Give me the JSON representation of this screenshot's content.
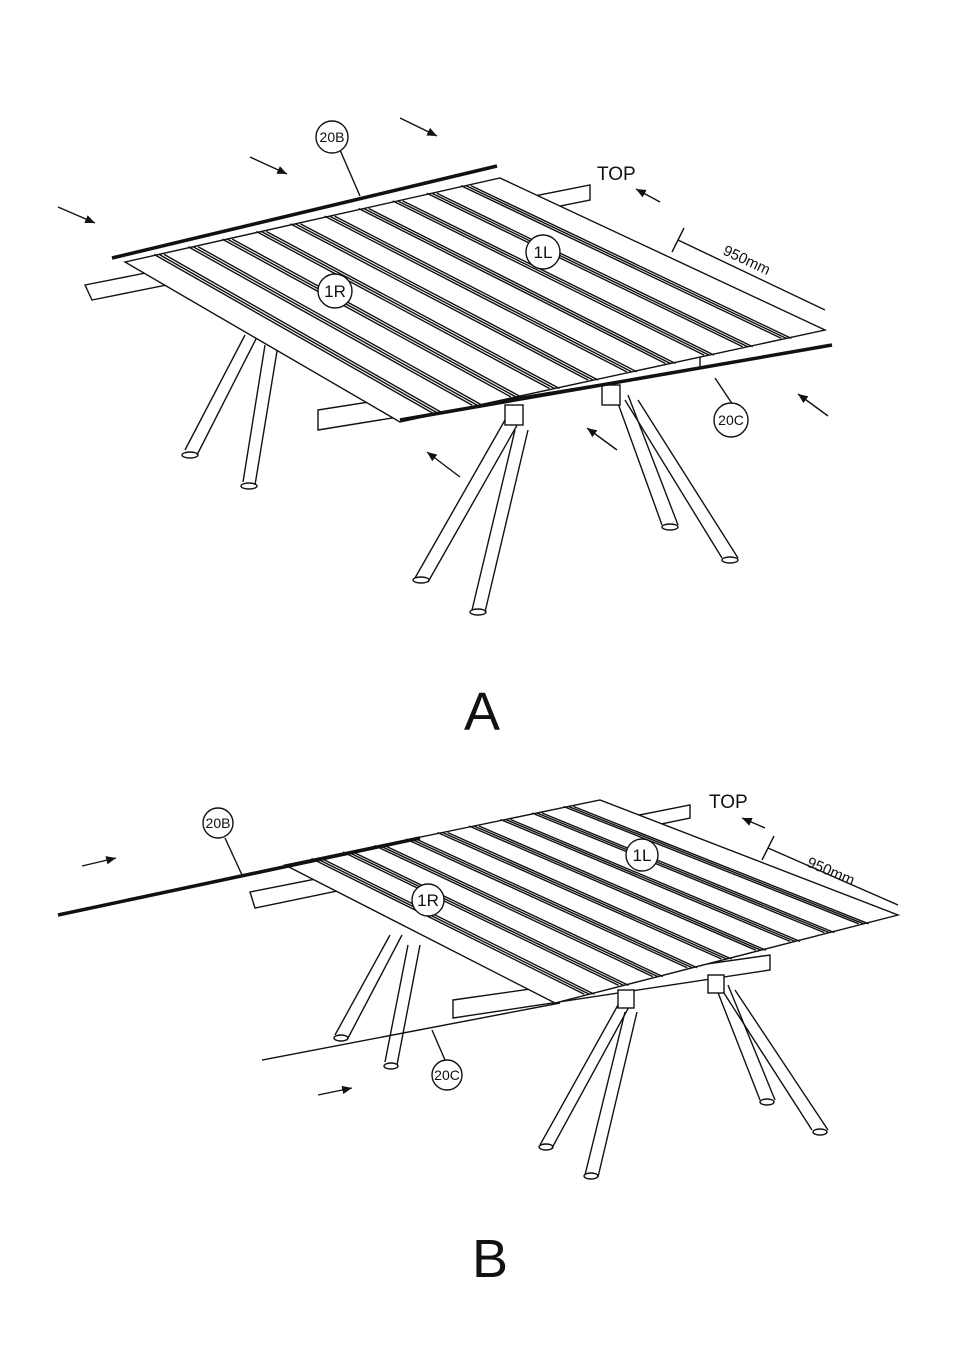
{
  "figures": [
    {
      "caption": "A",
      "labels": {
        "rail_back": "20B",
        "rail_front": "20C",
        "panel_left": "1L",
        "panel_right": "1R",
        "top": "TOP",
        "dimension": "950mm"
      }
    },
    {
      "caption": "B",
      "labels": {
        "rail_back": "20B",
        "rail_front": "20C",
        "panel_left": "1L",
        "panel_right": "1R",
        "top": "TOP",
        "dimension": "950mm"
      }
    }
  ]
}
